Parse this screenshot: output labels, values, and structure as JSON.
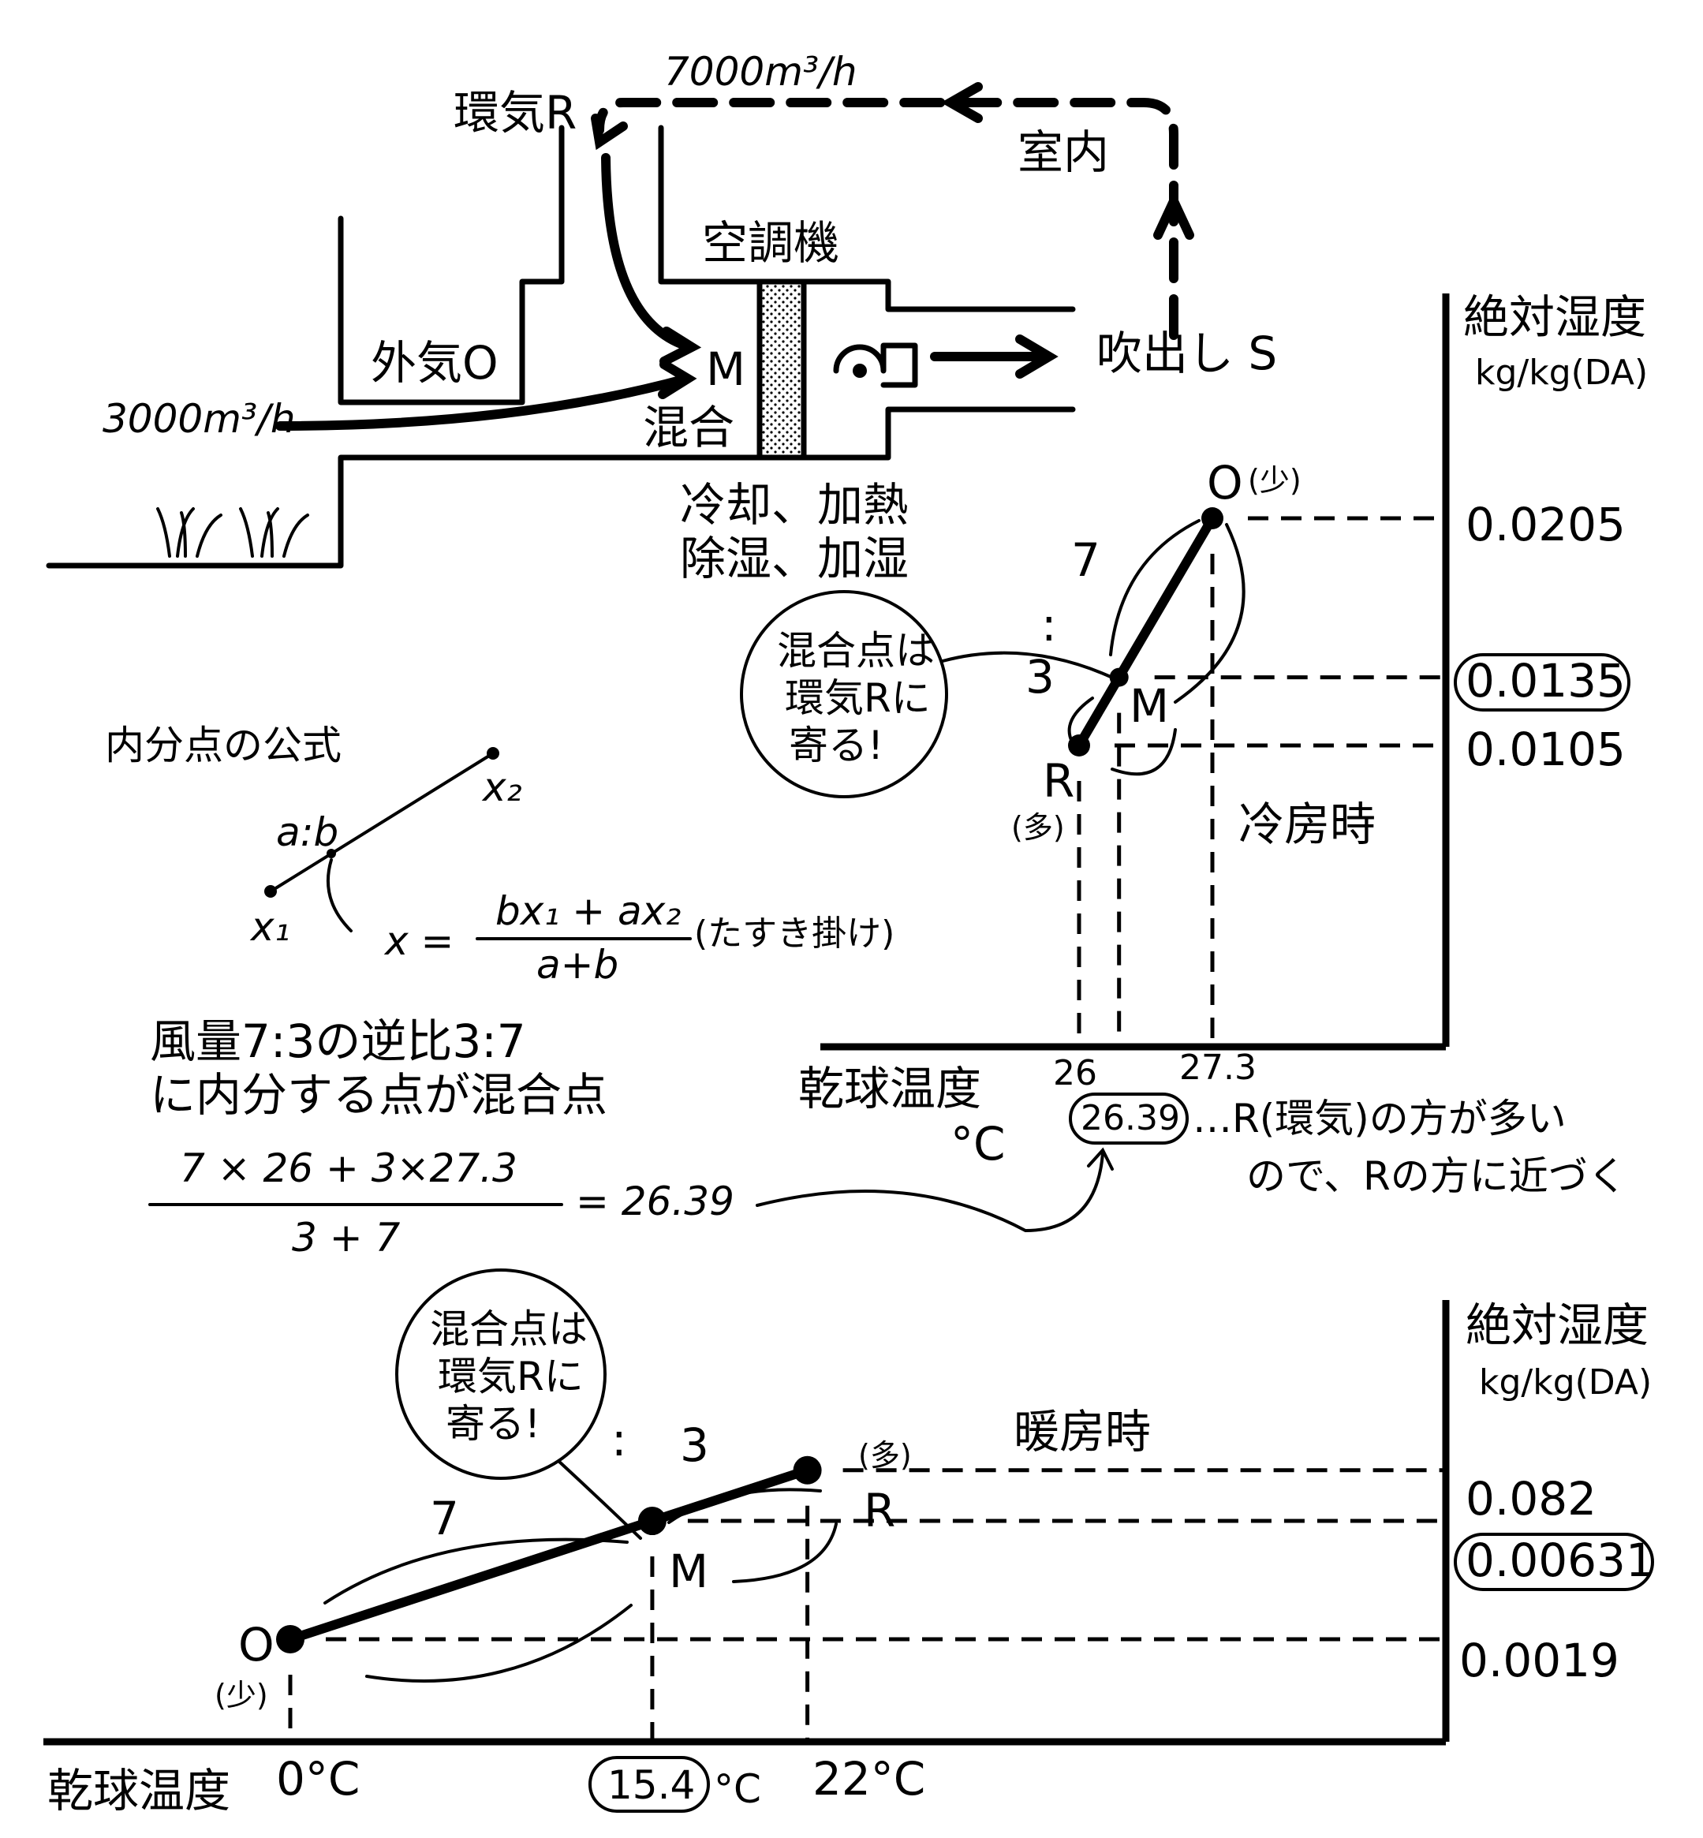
{
  "schematic": {
    "return_air": "環気R",
    "return_flow": "7000m³/h",
    "room": "室内",
    "ahu": "空調機",
    "outside_air": "外気O",
    "outside_flow": "3000m³/h",
    "mix_point": "M",
    "mix_label": "混合",
    "supply": "吹出し S",
    "coil_ops_1": "冷却、加熱",
    "coil_ops_2": "除湿、加湿"
  },
  "formula": {
    "title": "内分点の公式",
    "ratio": "a:b",
    "x1": "x₁",
    "x2": "x₂",
    "lhs": "x =",
    "numerator": "bx₁ + ax₂",
    "denominator": "a+b",
    "note": "(たすき掛け)",
    "explain_1": "風量7:3の逆比3:7",
    "explain_2": "に内分する点が混合点",
    "calc_numerator": "7 × 26  + 3×27.3",
    "calc_denominator": "3 + 7",
    "calc_result": "= 26.39"
  },
  "cooling": {
    "mode": "冷房時",
    "y_axis_title": "絶対湿度",
    "y_axis_unit": "kg/kg(DA)",
    "x_axis_title": "乾球温度",
    "x_axis_unit": "°C",
    "point_O": "O",
    "point_O_note": "(少)",
    "point_R": "R",
    "point_R_note": "(多)",
    "point_M": "M",
    "ratio_7": "7",
    "ratio_3": "3",
    "ratio_colon": ":",
    "callout_1": "混合点は",
    "callout_2": "環気Rに",
    "callout_3": "寄る!",
    "y_ticks": [
      "0.0205",
      "0.0135",
      "0.0105"
    ],
    "x_ticks": [
      "26",
      "27.3"
    ],
    "result": "26.39",
    "note_1": "…R(環気)の方が多い",
    "note_2": "ので、Rの方に近づく",
    "O": {
      "t": 27.3,
      "x": 0.0205
    },
    "M": {
      "t": 26.39,
      "x": 0.0135
    },
    "R": {
      "t": 26,
      "x": 0.0105
    }
  },
  "heating": {
    "mode": "暖房時",
    "y_axis_title": "絶対湿度",
    "y_axis_unit": "kg/kg(DA)",
    "x_axis_title": "乾球温度",
    "point_O": "O",
    "point_O_note": "(少)",
    "point_R": "R",
    "point_R_note": "(多)",
    "point_M": "M",
    "ratio_7": "7",
    "ratio_3": "3",
    "ratio_colon": ":",
    "callout_1": "混合点は",
    "callout_2": "環気Rに",
    "callout_3": "寄る!",
    "y_ticks": [
      "0.082",
      "0.00631",
      "0.0019"
    ],
    "x_tick_0": "0°C",
    "x_tick_result": "15.4",
    "x_tick_result_unit": "°C",
    "x_tick_22": "22°C",
    "O": {
      "t": 0,
      "x": 0.0019
    },
    "M": {
      "t": 15.4,
      "x": 0.00631
    },
    "R": {
      "t": 22,
      "x": 0.0082
    }
  }
}
